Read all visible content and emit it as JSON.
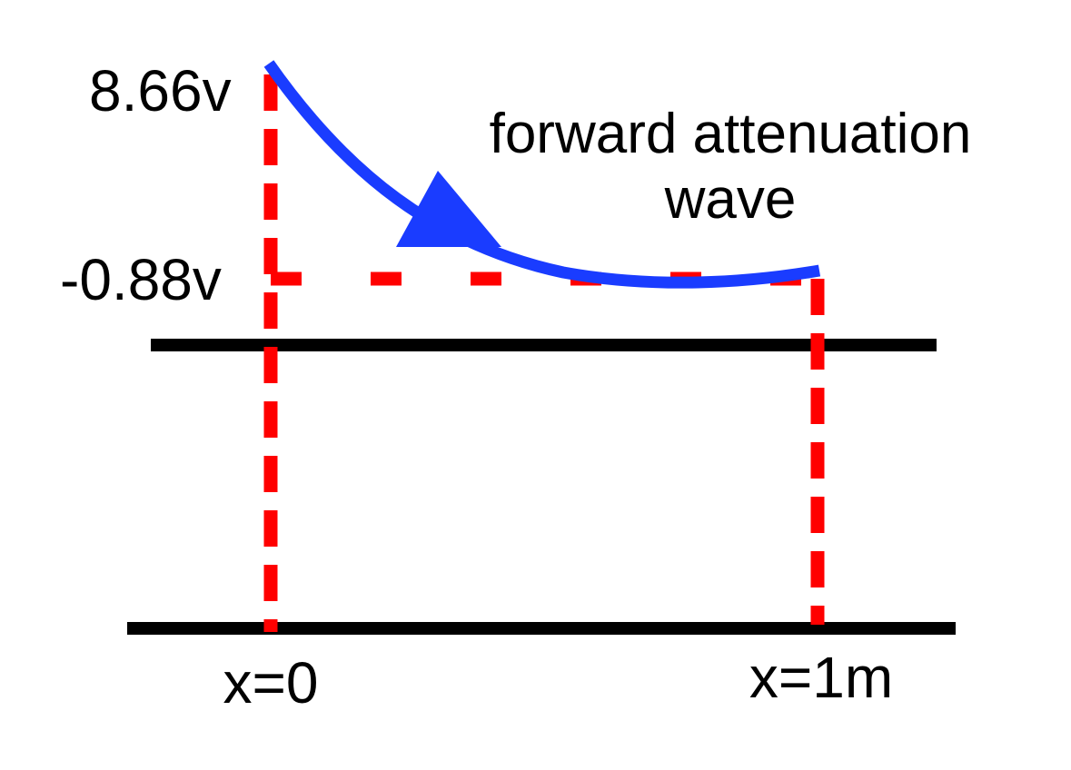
{
  "labels": {
    "top_voltage": "8.66v",
    "bottom_voltage": "-0.88v",
    "wave_line1": "forward attenuation",
    "wave_line2": "wave",
    "x_start": "x=0",
    "x_end": "x=1m"
  },
  "colors": {
    "line": "#000000",
    "dashed": "#ff0000",
    "wave": "#1a3cff",
    "background": "#ffffff"
  }
}
